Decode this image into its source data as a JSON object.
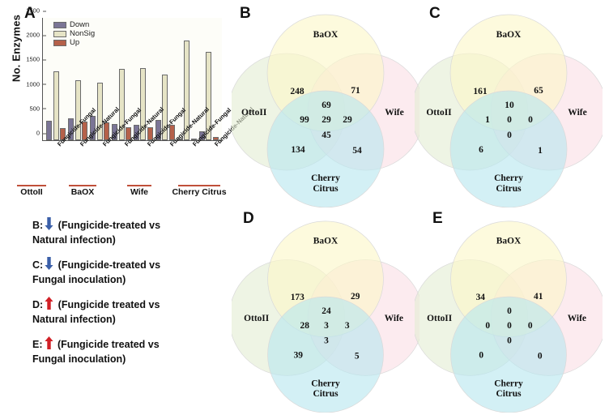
{
  "figure": {
    "panels": [
      "A",
      "B",
      "C",
      "D",
      "E"
    ]
  },
  "panel_a": {
    "letter": "A",
    "ylabel": "No. Enzymes",
    "yticks": [
      "0",
      "500",
      "1000",
      "1500",
      "2000",
      "2500"
    ],
    "legend": [
      {
        "label": "Down",
        "color": "#7b7596"
      },
      {
        "label": "NonSig",
        "color": "#e6e4c6"
      },
      {
        "label": "Up",
        "color": "#b5614a"
      }
    ],
    "x_labels": [
      "Fungicide-Fungal",
      "Fungicide-Natural",
      "Fungicide-Fungal",
      "Fungicide-Natural",
      "Fungicide-Fungal",
      "Fungicide-Natural",
      "Fungicide-Fungal",
      "Fungicide-Natural"
    ],
    "groups": [
      {
        "name": "OttoII",
        "span": 2
      },
      {
        "name": "BaOX",
        "span": 2
      },
      {
        "name": "Wife",
        "span": 2
      },
      {
        "name": "Cherry Citrus",
        "span": 2
      }
    ]
  },
  "chart_data": {
    "type": "bar",
    "title": "",
    "xlabel": "",
    "ylabel": "No. Enzymes",
    "ylim": [
      0,
      2500
    ],
    "grid": false,
    "legend_position": "top-left",
    "categories": [
      "OttoII Fungicide-Fungal",
      "OttoII Fungicide-Natural",
      "BaOX Fungicide-Fungal",
      "BaOX Fungicide-Natural",
      "Wife Fungicide-Fungal",
      "Wife Fungicide-Natural",
      "Cherry Citrus Fungicide-Fungal",
      "Cherry Citrus Fungicide-Natural"
    ],
    "series": [
      {
        "name": "Down",
        "color": "#7b7596",
        "values": [
          400,
          445,
          500,
          335,
          320,
          410,
          10,
          175
        ]
      },
      {
        "name": "NonSig",
        "color": "#e6e4c6",
        "values": [
          1405,
          1225,
          1170,
          1440,
          1465,
          1330,
          2030,
          1790
        ]
      },
      {
        "name": "Up",
        "color": "#b5614a",
        "values": [
          240,
          375,
          370,
          265,
          260,
          305,
          8,
          70
        ]
      }
    ]
  },
  "venn_colors": {
    "BaOX": "#fbf7c8",
    "OttoII": "#e3eed4",
    "Wife": "#fadfe5",
    "CherryCitrus": "#b8e6ef"
  },
  "panel_b": {
    "letter": "B",
    "labels": {
      "top": "BaOX",
      "left": "OttoII",
      "right": "Wife",
      "bottom_line1": "Cherry",
      "bottom_line2": "Citrus"
    },
    "values": {
      "otto_baox": "248",
      "baox_wife": "71",
      "baox_center": "69",
      "otto_cherry_left": "99",
      "center": "29",
      "wife_center": "29",
      "cherry_center": "45",
      "otto_cherry": "134",
      "cherry_wife": "54"
    }
  },
  "panel_c": {
    "letter": "C",
    "labels": {
      "top": "BaOX",
      "left": "OttoII",
      "right": "Wife",
      "bottom_line1": "Cherry",
      "bottom_line2": "Citrus"
    },
    "values": {
      "otto_baox": "161",
      "baox_wife": "65",
      "baox_center": "10",
      "otto_cherry_left": "1",
      "center": "0",
      "wife_center": "0",
      "cherry_center": "0",
      "otto_cherry": "6",
      "cherry_wife": "1"
    }
  },
  "panel_d": {
    "letter": "D",
    "labels": {
      "top": "BaOX",
      "left": "OttoII",
      "right": "Wife",
      "bottom_line1": "Cherry",
      "bottom_line2": "Citrus"
    },
    "values": {
      "otto_baox": "173",
      "baox_wife": "29",
      "baox_center": "24",
      "otto_cherry_left": "28",
      "center": "3",
      "wife_center": "3",
      "cherry_center": "3",
      "otto_cherry": "39",
      "cherry_wife": "5"
    }
  },
  "panel_e": {
    "letter": "E",
    "labels": {
      "top": "BaOX",
      "left": "OttoII",
      "right": "Wife",
      "bottom_line1": "Cherry",
      "bottom_line2": "Citrus"
    },
    "values": {
      "otto_baox": "34",
      "baox_wife": "41",
      "baox_center": "0",
      "otto_cherry_left": "0",
      "center": "0",
      "wife_center": "0",
      "cherry_center": "0",
      "otto_cherry": "0",
      "cherry_wife": "0"
    }
  },
  "caption": {
    "items": [
      {
        "key": "B:",
        "arrow": "down",
        "arrow_color": "#3b5fa8",
        "line1": "(Fungicide-treated vs",
        "line2": "Natural infection)"
      },
      {
        "key": "C:",
        "arrow": "down",
        "arrow_color": "#3b5fa8",
        "line1": "(Fungicide-treated vs",
        "line2": "Fungal inoculation)"
      },
      {
        "key": "D:",
        "arrow": "up",
        "arrow_color": "#d12026",
        "line1": "(Fungicide treated vs",
        "line2": "Natural infection)"
      },
      {
        "key": "E:",
        "arrow": "up",
        "arrow_color": "#d12026",
        "line1": "(Fungicide treated vs",
        "line2": "Fungal inoculation)"
      }
    ]
  }
}
